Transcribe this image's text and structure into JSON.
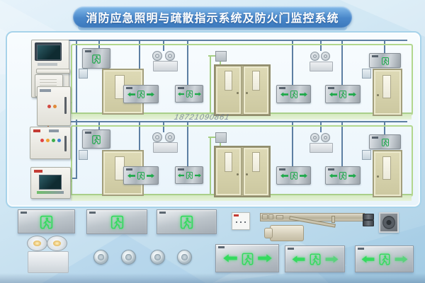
{
  "title": "消防应急照明与疏散指示系统及防火门监控系统",
  "watermark": "18721090861",
  "colors": {
    "title_bar_blue": "#4987ca",
    "panel_border": "#a7d3ea",
    "pictogram_green": "#1fa94b",
    "bright_pictogram_green": "#35da5f",
    "wire_blue": "#5d7fa3",
    "wire_green": "#a6cf85",
    "wire_orange": "#e07a45",
    "door_beige": "#d6d2ab",
    "sign_steel": "#b9c1c7"
  },
  "control_column": {
    "items": [
      "monitoring-host-workstation",
      "power-control-cabinet",
      "distribution-box-with-indicators",
      "controller-with-lcd-display"
    ]
  },
  "floors": [
    {
      "id": "floor-1",
      "devices": [
        "hanging-exit-sign",
        "single-fire-door",
        "wall-release-module",
        "ceiling-downlight",
        "ceiling-downlight",
        "emergency-light-box",
        "double-arrow-exit-sign",
        "double-arrow-exit-sign",
        "door-release-module",
        "double-fire-door",
        "double-arrow-exit-sign",
        "ceiling-downlight",
        "ceiling-downlight",
        "emergency-light-box",
        "double-arrow-exit-sign",
        "hanging-exit-sign",
        "wall-release-module",
        "single-fire-door"
      ]
    },
    {
      "id": "floor-2",
      "devices": [
        "hanging-exit-sign",
        "single-fire-door",
        "wall-release-module",
        "ceiling-downlight",
        "ceiling-downlight",
        "emergency-light-box",
        "double-arrow-exit-sign",
        "double-arrow-exit-sign",
        "door-release-module",
        "double-fire-door",
        "double-arrow-exit-sign",
        "ceiling-downlight",
        "ceiling-downlight",
        "emergency-light-box",
        "double-arrow-exit-sign",
        "hanging-exit-sign",
        "wall-release-module",
        "single-fire-door"
      ]
    }
  ],
  "bottom_products": [
    "exit-sign-panel",
    "exit-sign-panel",
    "exit-sign-panel",
    "twin-head-emergency-light",
    "downlight",
    "downlight",
    "downlight",
    "downlight",
    "release-button-panel",
    "door-closer-with-slide-rail",
    "door-magnet-holder",
    "door-magnet-holder",
    "exhaust-fan",
    "double-arrow-exit-sign",
    "double-arrow-exit-sign",
    "double-arrow-exit-sign"
  ]
}
